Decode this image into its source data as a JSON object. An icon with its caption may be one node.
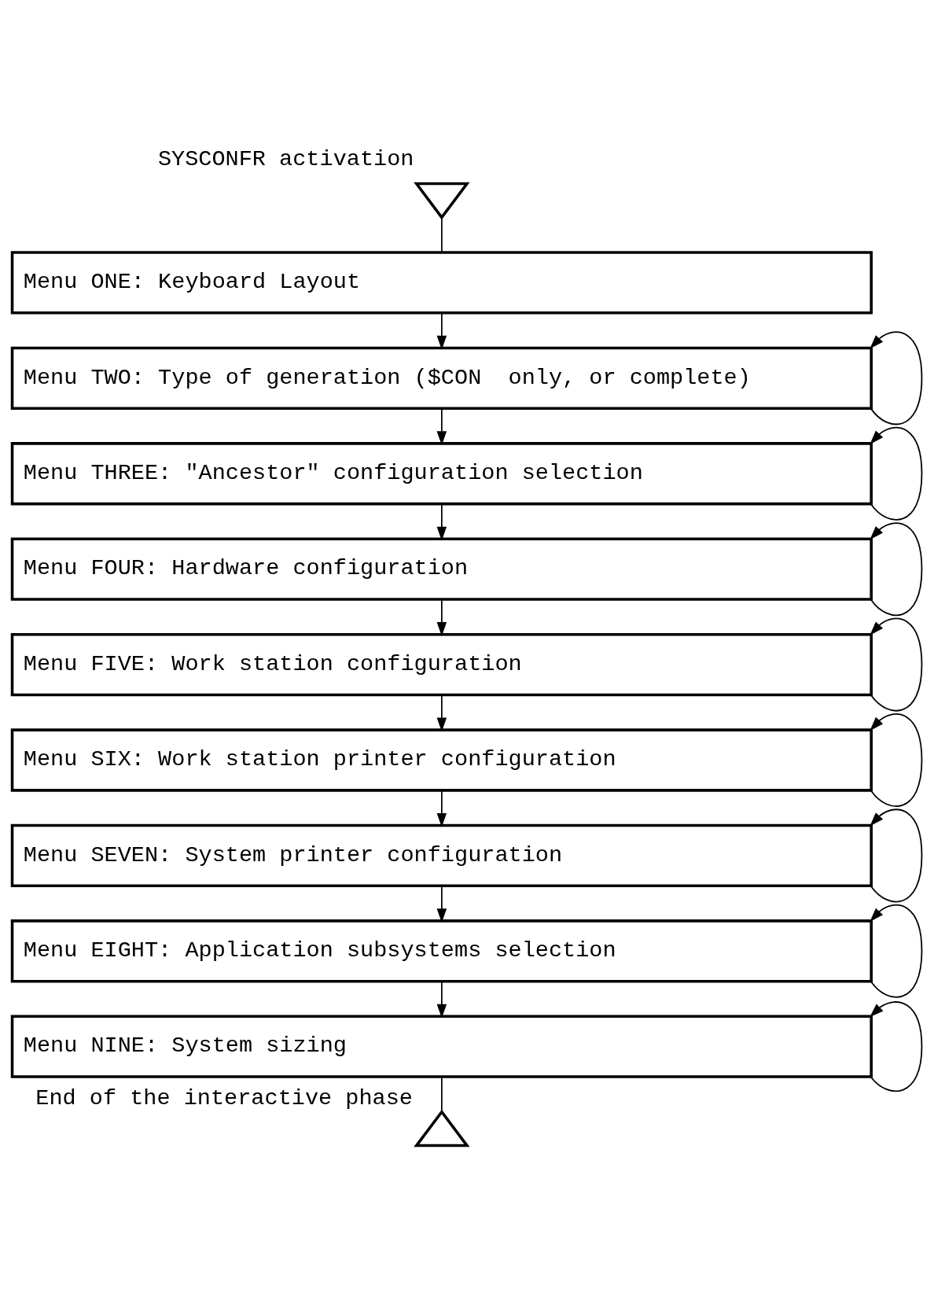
{
  "diagram": {
    "nodes": [
      {
        "text": [],
        "shape": "triangle",
        "beside": [
          "SYSCONFR activation"
        ]
      },
      {
        "text": [
          "Menu ONE: Keyboard Layout"
        ]
      },
      {
        "text": [
          "Menu TWO: Type of generation ($CON  only, or complete)"
        ]
      },
      {
        "text": [
          "Menu THREE: \"Ancestor\" configuration selection"
        ]
      },
      {
        "text": [
          "Menu FOUR: Hardware configuration"
        ]
      },
      {
        "text": [
          "Menu FIVE: Work station configuration"
        ]
      },
      {
        "text": [
          "Menu SIX: Work station printer configuration"
        ]
      },
      {
        "text": [
          "Menu SEVEN: System printer configuration"
        ]
      },
      {
        "text": [
          "Menu EIGHT: Application subsystems selection"
        ]
      },
      {
        "text": [
          "Menu NINE: System sizing"
        ]
      },
      {
        "text": [],
        "shape": "triangle",
        "beside": [
          "End of the interactive phase"
        ]
      }
    ],
    "edges": [
      {
        "from": 0,
        "to": 1,
        "arrow": "none"
      },
      {
        "from": 1,
        "to": 2,
        "arrow": "to"
      },
      {
        "from": 2,
        "to": 2,
        "arrow": "to"
      },
      {
        "from": 2,
        "to": 3,
        "arrow": "to"
      },
      {
        "from": 3,
        "to": 3,
        "arrow": "to"
      },
      {
        "from": 3,
        "to": 4,
        "arrow": "to"
      },
      {
        "from": 4,
        "to": 4,
        "arrow": "to"
      },
      {
        "from": 4,
        "to": 5,
        "arrow": "to"
      },
      {
        "from": 5,
        "to": 5,
        "arrow": "to"
      },
      {
        "from": 5,
        "to": 6,
        "arrow": "to"
      },
      {
        "from": 6,
        "to": 6,
        "arrow": "to"
      },
      {
        "from": 6,
        "to": 7,
        "arrow": "to"
      },
      {
        "from": 7,
        "to": 7,
        "arrow": "to"
      },
      {
        "from": 7,
        "to": 8,
        "arrow": "to"
      },
      {
        "from": 8,
        "to": 8,
        "arrow": "to"
      },
      {
        "from": 8,
        "to": 9,
        "arrow": "to"
      },
      {
        "from": 9,
        "to": 9,
        "arrow": "to"
      },
      {
        "from": 9,
        "to": 10,
        "arrow": "none"
      }
    ]
  }
}
